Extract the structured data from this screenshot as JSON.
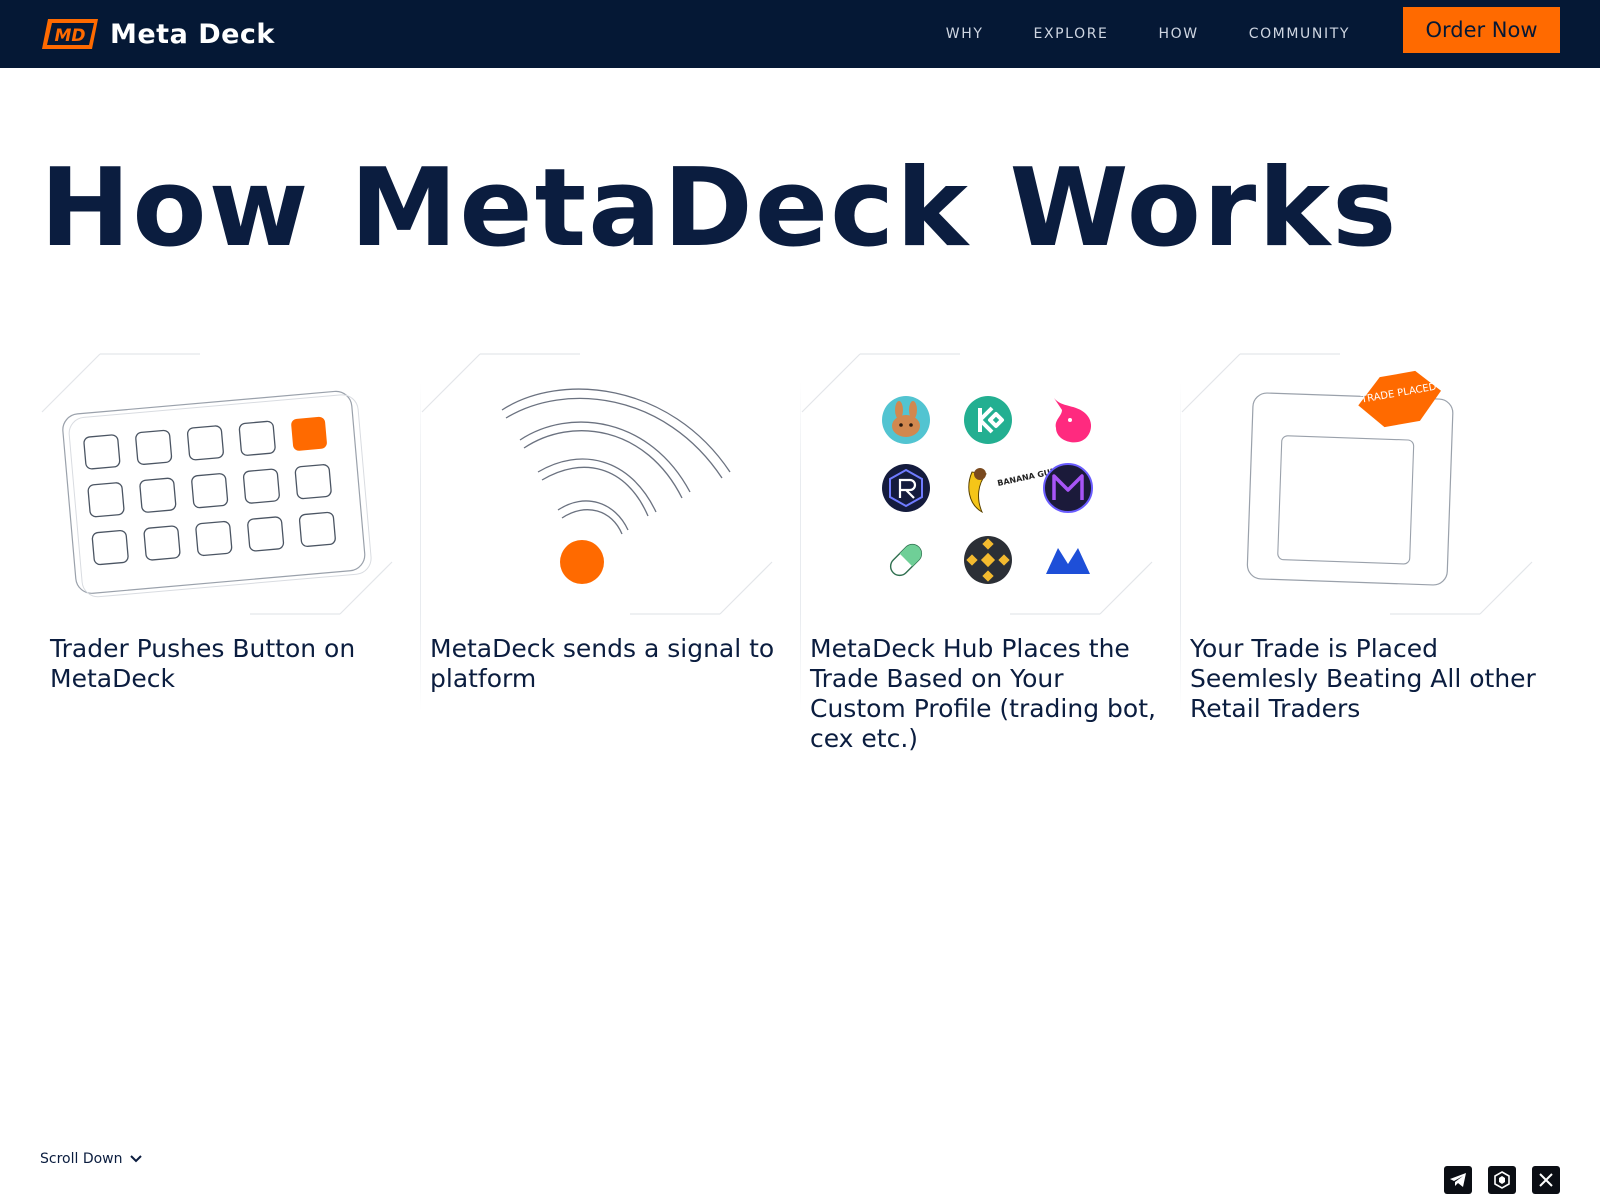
{
  "brand": {
    "name": "Meta Deck",
    "logo_text": "MD",
    "accent": "#ff6a00",
    "navy": "#051835"
  },
  "nav": {
    "items": [
      {
        "label": "WHY"
      },
      {
        "label": "EXPLORE"
      },
      {
        "label": "HOW"
      },
      {
        "label": "COMMUNITY"
      }
    ],
    "cta_label": "Order Now"
  },
  "hero": {
    "title": "How MetaDeck Works"
  },
  "steps": [
    {
      "text": "Trader Pushes Button on MetaDeck",
      "icon": "keypad-icon"
    },
    {
      "text": "MetaDeck sends a signal to platform",
      "icon": "wifi-signal-icon"
    },
    {
      "text": "MetaDeck Hub Places the Trade Based on Your Custom Profile (trading bot, cex etc.)",
      "icon": "platform-logos-grid",
      "platform_logos": [
        "pancakeswap-icon",
        "kucoin-icon",
        "uniswap-icon",
        "raydium-icon",
        "banana-gun-icon",
        "maestro-icon",
        "pill-icon",
        "binance-icon",
        "mountain-logo-icon"
      ],
      "banana_gun_label": "BANANA GUN"
    },
    {
      "text": "Your Trade is Placed Seemlesly Beating All other Retail Traders",
      "icon": "trade-placed-card-icon",
      "badge": "TRADE PLACED"
    }
  ],
  "footer": {
    "scroll_label": "Scroll Down",
    "socials": [
      {
        "name": "telegram-icon"
      },
      {
        "name": "dextools-icon"
      },
      {
        "name": "x-icon"
      }
    ]
  }
}
